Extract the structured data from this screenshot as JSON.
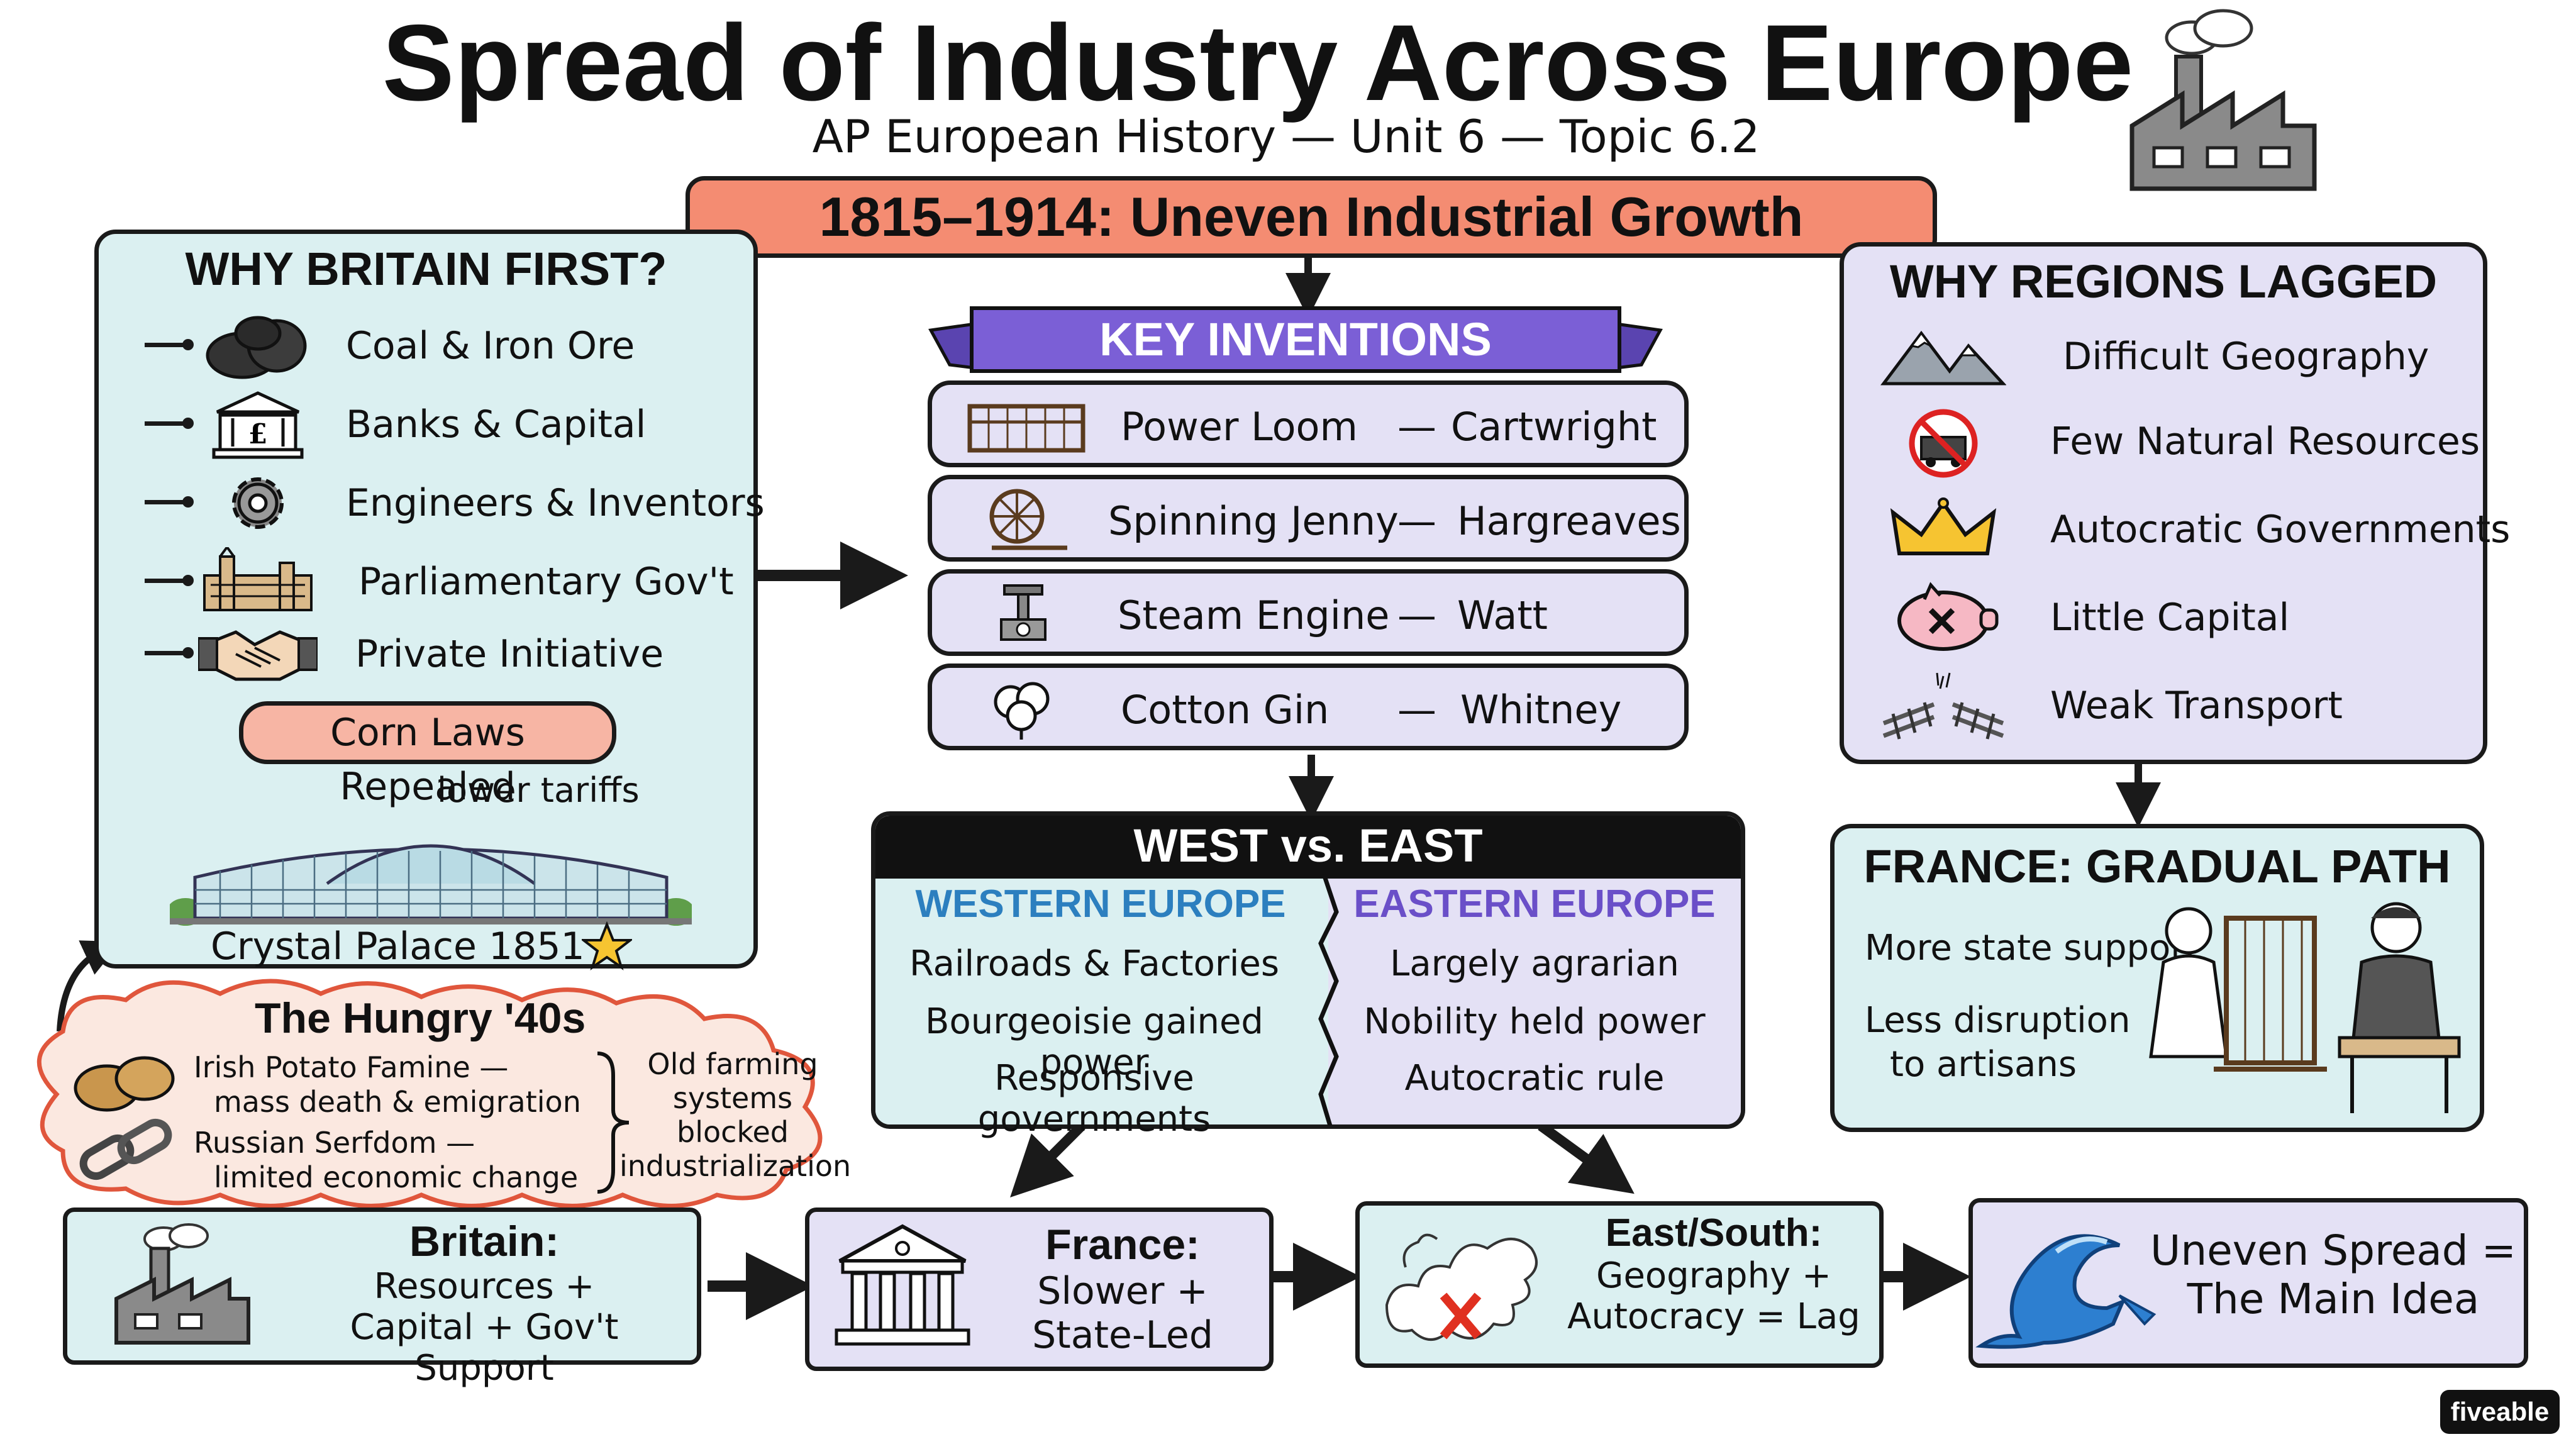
{
  "header": {
    "title": "Spread of Industry Across Europe",
    "subtitle": "AP European History — Unit 6 — Topic 6.2",
    "banner": "1815–1914: Uneven Industrial Growth"
  },
  "britain": {
    "heading": "WHY BRITAIN FIRST?",
    "items": [
      "Coal & Iron Ore",
      "Banks & Capital",
      "Engineers & Inventors",
      "Parliamentary Gov't",
      "Private Initiative"
    ],
    "corn_laws": "Corn Laws Repealed",
    "tariffs": "lower tariffs",
    "crystal_palace": "Crystal Palace 1851"
  },
  "inventions": {
    "heading": "KEY INVENTIONS",
    "rows": [
      {
        "name": "Power Loom",
        "inventor": "Cartwright"
      },
      {
        "name": "Spinning Jenny",
        "inventor": "Hargreaves"
      },
      {
        "name": "Steam Engine",
        "inventor": "Watt"
      },
      {
        "name": "Cotton Gin",
        "inventor": "Whitney"
      }
    ],
    "dash": "—"
  },
  "west_east": {
    "heading": "WEST vs. EAST",
    "west_heading": "WESTERN EUROPE",
    "west_items": [
      "Railroads & Factories",
      "Bourgeoisie gained power",
      "Responsive governments"
    ],
    "east_heading": "EASTERN EUROPE",
    "east_items": [
      "Largely agrarian",
      "Nobility held power",
      "Autocratic rule"
    ]
  },
  "lagged": {
    "heading": "WHY REGIONS LAGGED",
    "items": [
      "Difficult Geography",
      "Few Natural Resources",
      "Autocratic Governments",
      "Little Capital",
      "Weak Transport"
    ]
  },
  "france": {
    "heading": "FRANCE: GRADUAL PATH",
    "line1": "More state support",
    "line2a": "Less disruption",
    "line2b": "to artisans"
  },
  "hungry": {
    "heading": "The Hungry '40s",
    "potato_a": "Irish Potato Famine —",
    "potato_b": "mass death & emigration",
    "serfdom_a": "Russian Serfdom —",
    "serfdom_b": "limited economic change",
    "blocked": [
      "Old farming",
      "systems",
      "blocked",
      "industrialization"
    ]
  },
  "bottom": {
    "britain": [
      "Britain:",
      "Resources +",
      "Capital + Gov't Support"
    ],
    "france": [
      "France:",
      "Slower +",
      "State-Led"
    ],
    "east": [
      "East/South:",
      "Geography +",
      "Autocracy = Lag"
    ],
    "main": [
      "Uneven Spread =",
      "The Main Idea"
    ]
  },
  "brand": "fiveable",
  "colors": {
    "blue_box": "#dbf0f1",
    "lavender_box": "#e4e1f5",
    "banner": "#f48c72",
    "inventions_tab": "#7b5fd6",
    "west_text": "#2c7fbf",
    "east_text": "#6a4fc8"
  }
}
